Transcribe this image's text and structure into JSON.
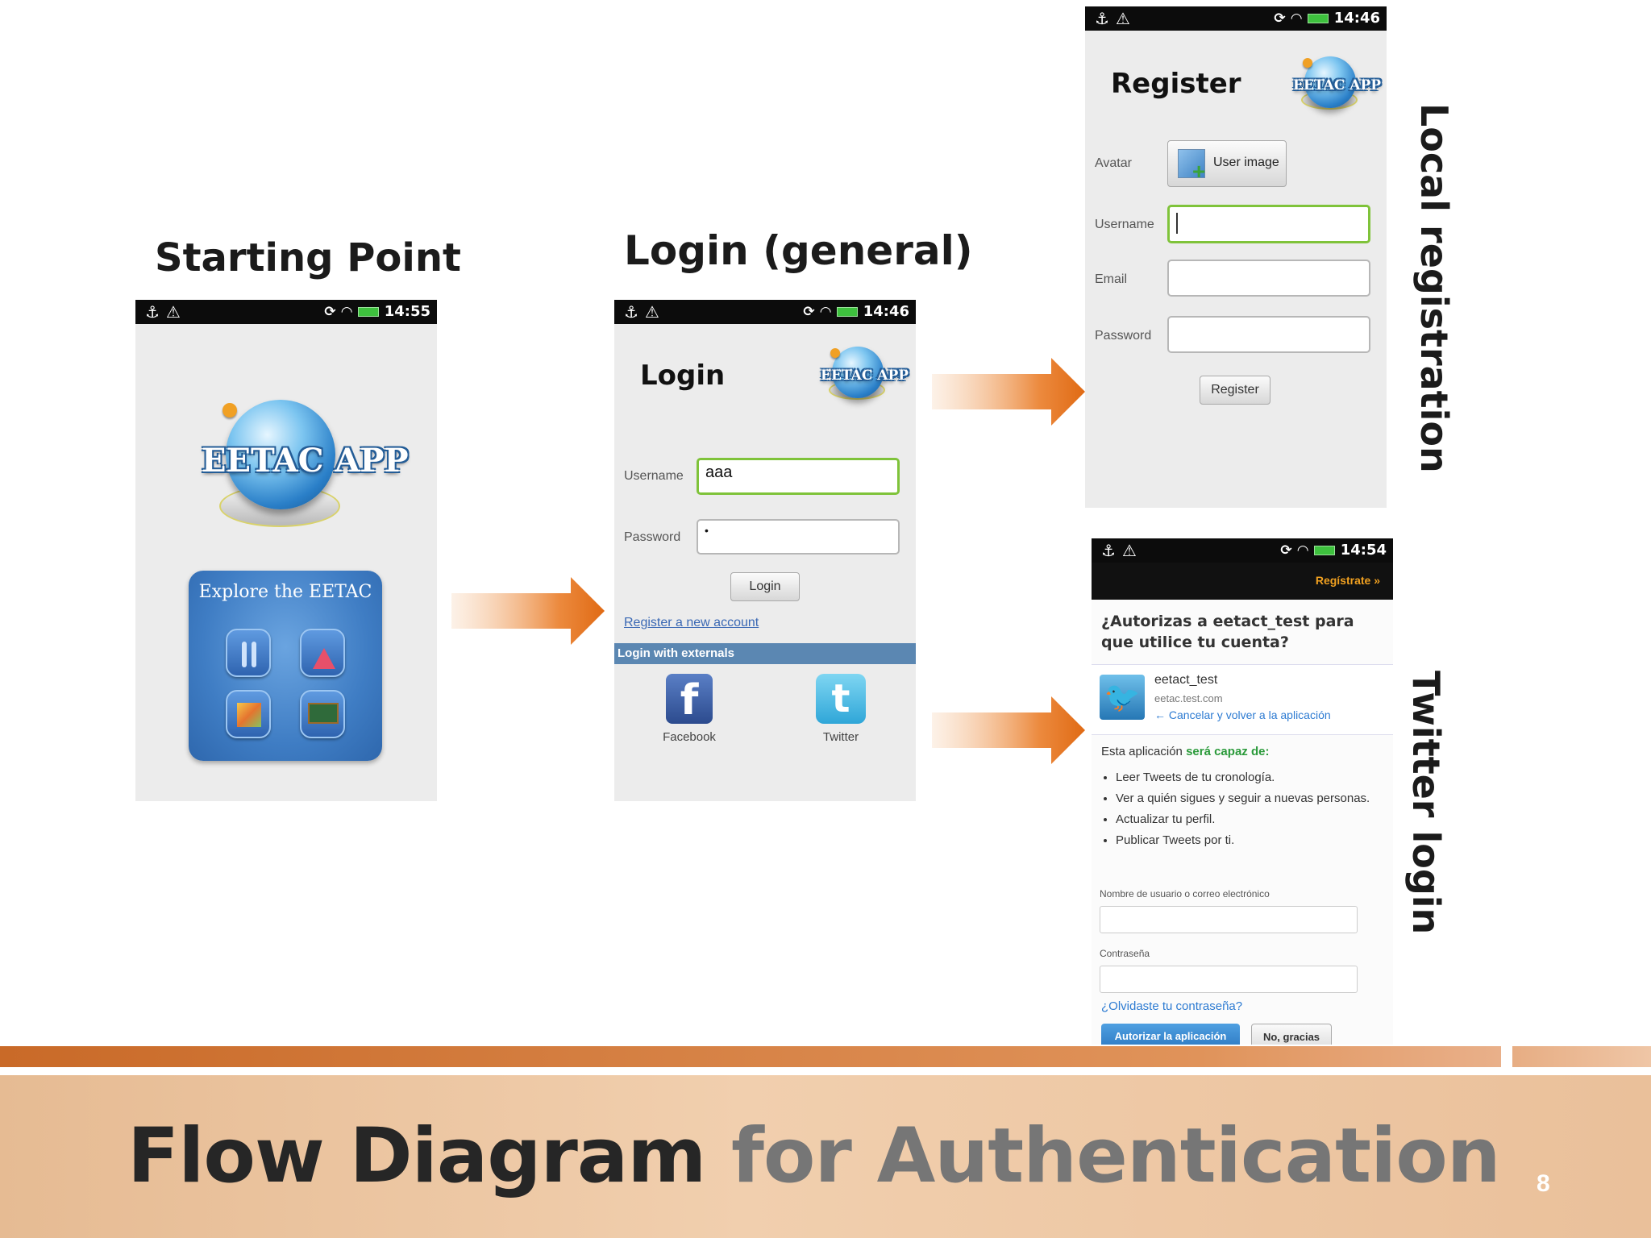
{
  "slide": {
    "title_bold": "Flow Diagram",
    "title_rest": " for Authentication",
    "page_number": "8",
    "accent_color": "#e36c0a"
  },
  "headings": {
    "starting_point": "Starting Point",
    "login_general": "Login (general)",
    "local_registration": "Local registration",
    "twitter_login": "Twitter login"
  },
  "status_bars": {
    "start_time": "14:55",
    "login_time": "14:46",
    "register_time": "14:46",
    "twitter_time": "14:54"
  },
  "start_screen": {
    "logo_text": "EETAC APP",
    "explore_title": "Explore the EETAC",
    "icons": [
      "tools-icon",
      "lab-flask-icon",
      "building-icon",
      "blackboard-icon"
    ]
  },
  "login_screen": {
    "title": "Login",
    "logo_text": "EETAC APP",
    "username_label": "Username",
    "username_value": "aaa",
    "password_label": "Password",
    "password_value": "•",
    "login_button": "Login",
    "register_link": "Register a new account",
    "externals_header": "Login with externals",
    "facebook_label": "Facebook",
    "twitter_label": "Twitter"
  },
  "register_screen": {
    "title": "Register",
    "logo_text": "EETAC APP",
    "avatar_label": "Avatar",
    "user_image_button": "User image",
    "username_label": "Username",
    "email_label": "Email",
    "password_label": "Password",
    "register_button": "Register"
  },
  "twitter_screen": {
    "register_link": "Regístrate »",
    "question": "¿Autorizas a eetact_test para que utilice tu cuenta?",
    "app_name": "eetact_test",
    "app_url": "eetac.test.com",
    "cancel_link": "← Cancelar y volver a la aplicación",
    "capability_prefix": "Esta aplicación ",
    "capability_bold": "será capaz de:",
    "permissions": [
      "Leer Tweets de tu cronología.",
      "Ver a quién sigues y seguir a nuevas personas.",
      "Actualizar tu perfil.",
      "Publicar Tweets por ti."
    ],
    "username_field_label": "Nombre de usuario o correo electrónico",
    "password_field_label": "Contraseña",
    "forgot_link": "¿Olvidaste tu contraseña?",
    "authorize_button": "Autorizar la aplicación",
    "decline_button": "No, gracias"
  }
}
